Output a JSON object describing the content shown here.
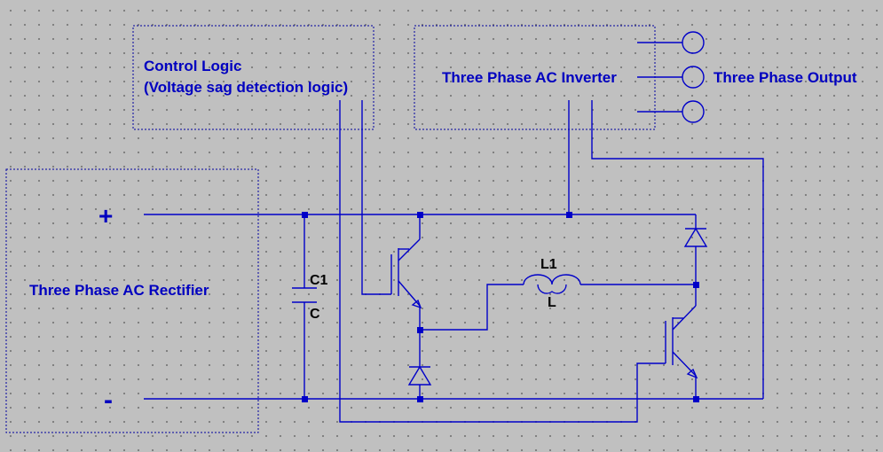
{
  "blocks": {
    "control_logic": {
      "line1": "Control Logic",
      "line2": "(Voltage sag detection logic)"
    },
    "inverter": {
      "label": "Three Phase AC Inverter"
    },
    "output": {
      "label": "Three Phase Output"
    },
    "rectifier": {
      "label": "Three Phase AC Rectifier"
    }
  },
  "dc_bus": {
    "plus": "+",
    "minus": "-"
  },
  "components": {
    "capacitor": {
      "ref": "C1",
      "value": "C"
    },
    "inductor": {
      "ref": "L1",
      "value": "L"
    }
  },
  "colors": {
    "wire": "#0000c8",
    "label": "#0000c0",
    "reference": "#000000",
    "background": "#c0c0c0"
  }
}
